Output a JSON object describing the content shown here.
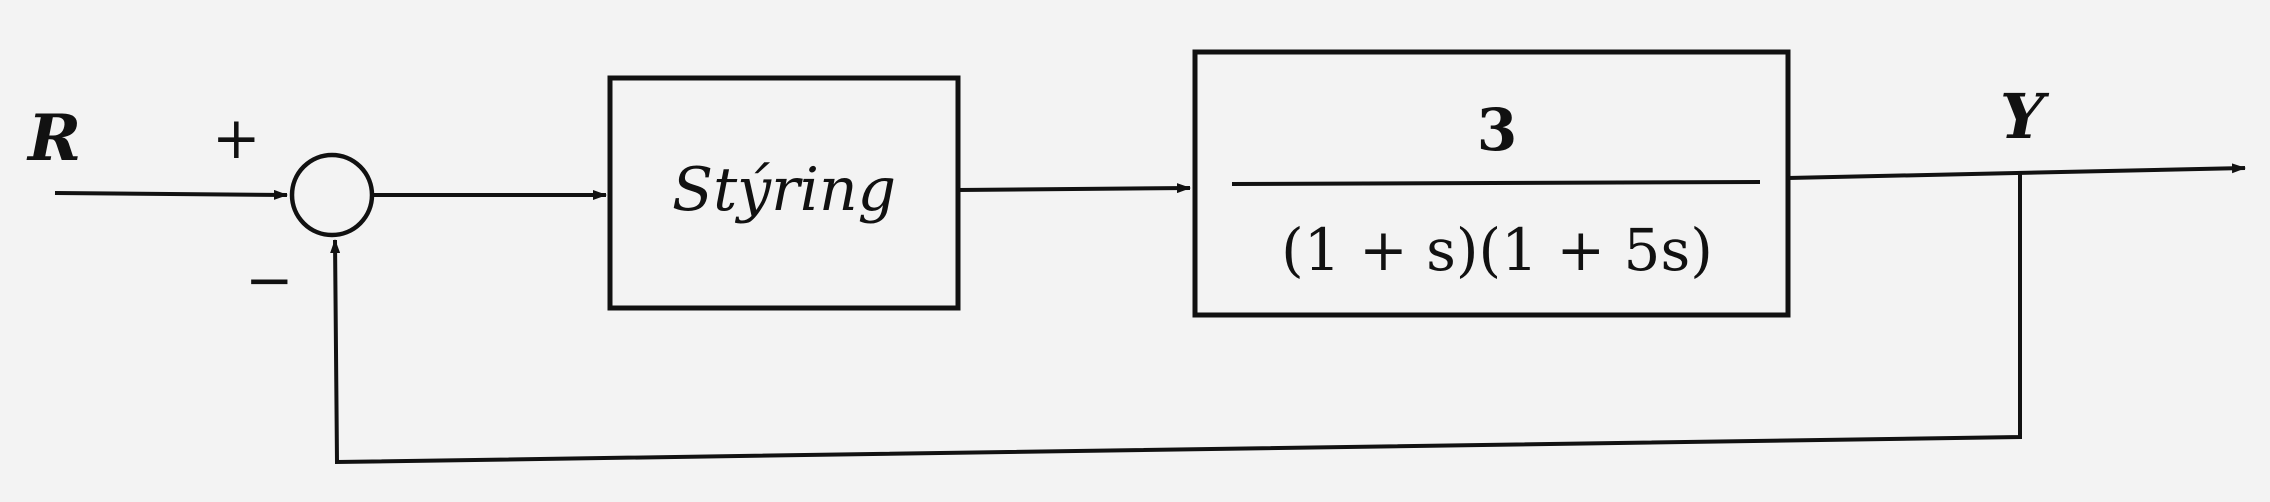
{
  "input_label": "R",
  "output_label": "Y",
  "summing_junction": {
    "plus_sign": "+",
    "minus_sign": "−"
  },
  "controller_block": {
    "label": "Stýring"
  },
  "plant_block": {
    "numerator": "3",
    "denominator": "(1 + s)(1 + 5s)"
  },
  "colors": {
    "background": "#f3f3f3",
    "ink": "#111111"
  }
}
